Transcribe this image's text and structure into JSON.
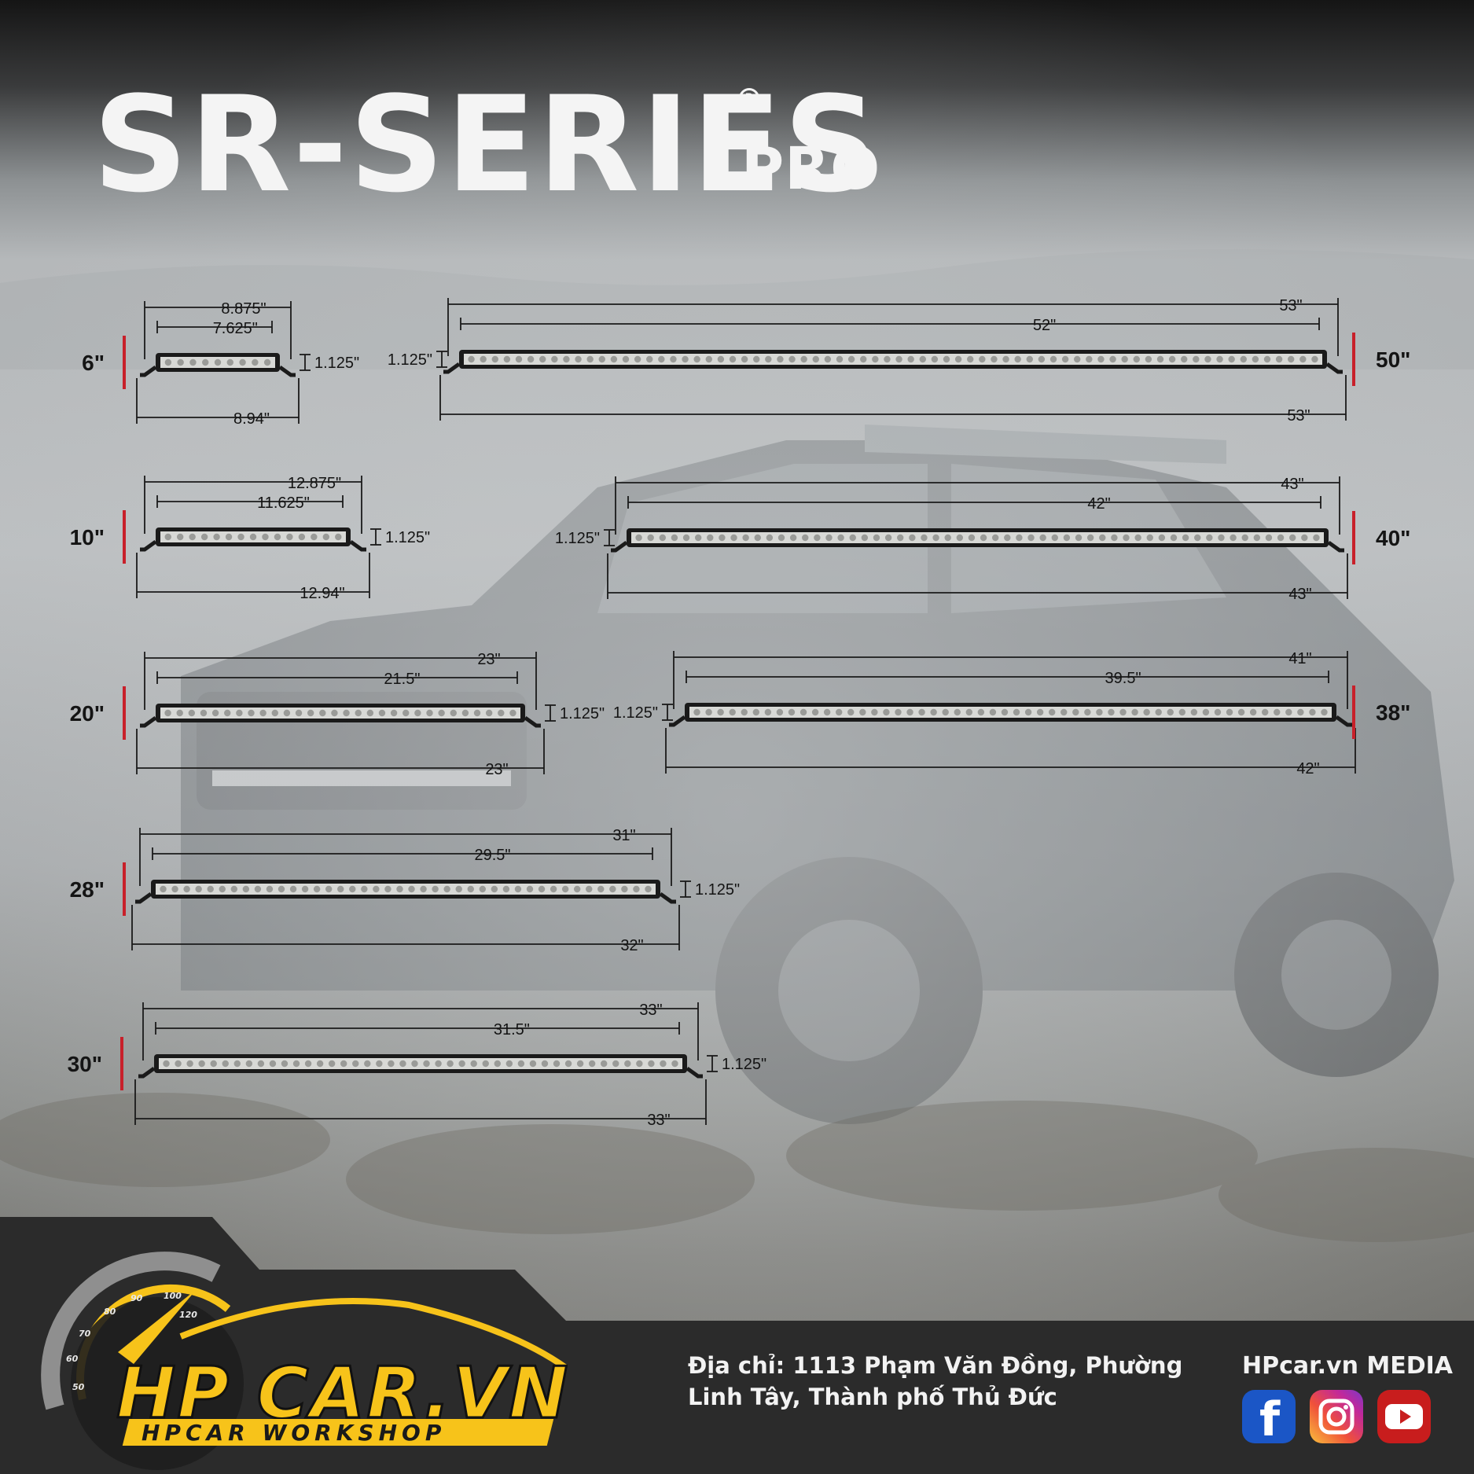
{
  "header": {
    "title": "SR-SERIES",
    "registered_mark": "R",
    "subtitle": "PRO"
  },
  "bars": [
    {
      "size": "6\"",
      "overall_top": "8.875\"",
      "inner_top": "7.625\"",
      "height": "1.125\"",
      "overall_bottom": "8.94\""
    },
    {
      "size": "10\"",
      "overall_top": "12.875\"",
      "inner_top": "11.625\"",
      "height": "1.125\"",
      "overall_bottom": "12.94\""
    },
    {
      "size": "20\"",
      "overall_top": "23\"",
      "inner_top": "21.5\"",
      "height": "1.125\"",
      "overall_bottom": "23\""
    },
    {
      "size": "28\"",
      "overall_top": "31\"",
      "inner_top": "29.5\"",
      "height": "1.125\"",
      "overall_bottom": "32\""
    },
    {
      "size": "30\"",
      "overall_top": "33\"",
      "inner_top": "31.5\"",
      "height": "1.125\"",
      "overall_bottom": "33\""
    },
    {
      "size": "50\"",
      "overall_top": "53\"",
      "inner_top": "52\"",
      "height": "1.125\"",
      "overall_bottom": "53\""
    },
    {
      "size": "40\"",
      "overall_top": "43\"",
      "inner_top": "42\"",
      "height": "1.125\"",
      "overall_bottom": "43\""
    },
    {
      "size": "38\"",
      "overall_top": "41\"",
      "inner_top": "39.5\"",
      "height": "1.125\"",
      "overall_bottom": "42\""
    }
  ],
  "footer": {
    "brand": "HP CAR.VN",
    "brand_tagline": "HPCAR WORKSHOP",
    "speedo_ticks": [
      "50",
      "60",
      "70",
      "80",
      "90",
      "100",
      "120"
    ],
    "address_line1": "Địa chỉ: 1113 Phạm Văn Đồng, Phường",
    "address_line2": "Linh Tây, Thành phố Thủ Đức",
    "media_title": "HPcar.vn MEDIA",
    "social": {
      "facebook": "facebook-icon",
      "instagram": "instagram-icon",
      "youtube": "youtube-icon"
    }
  },
  "colors": {
    "accent_red": "#c8202a",
    "brand_yellow": "#f7c31a",
    "footer_dark": "#2b2b2b"
  }
}
